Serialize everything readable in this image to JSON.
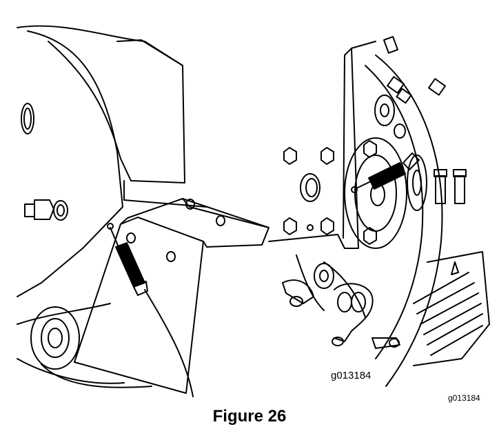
{
  "figure": {
    "drawing_reference": "g013184",
    "page_reference": "g013184",
    "caption": "Figure 26",
    "line_color": "#000000",
    "background_color": "#ffffff"
  }
}
